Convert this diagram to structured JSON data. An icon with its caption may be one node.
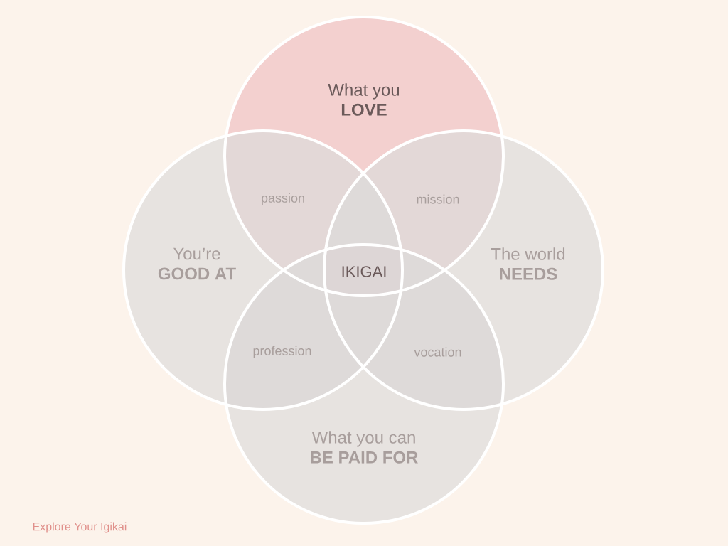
{
  "diagram": {
    "nodes": [
      {
        "text": [
          "What you",
          "LOVE"
        ]
      },
      {
        "text": [
          "You’re",
          "GOOD AT"
        ]
      },
      {
        "text": [
          "The world",
          "NEEDS"
        ]
      },
      {
        "text": [
          "What you can",
          "BE PAID FOR"
        ]
      }
    ],
    "labels": [
      "passion",
      "mission",
      "IKIGAI",
      "profession",
      "vocation",
      "Explore Your Igikai"
    ]
  }
}
